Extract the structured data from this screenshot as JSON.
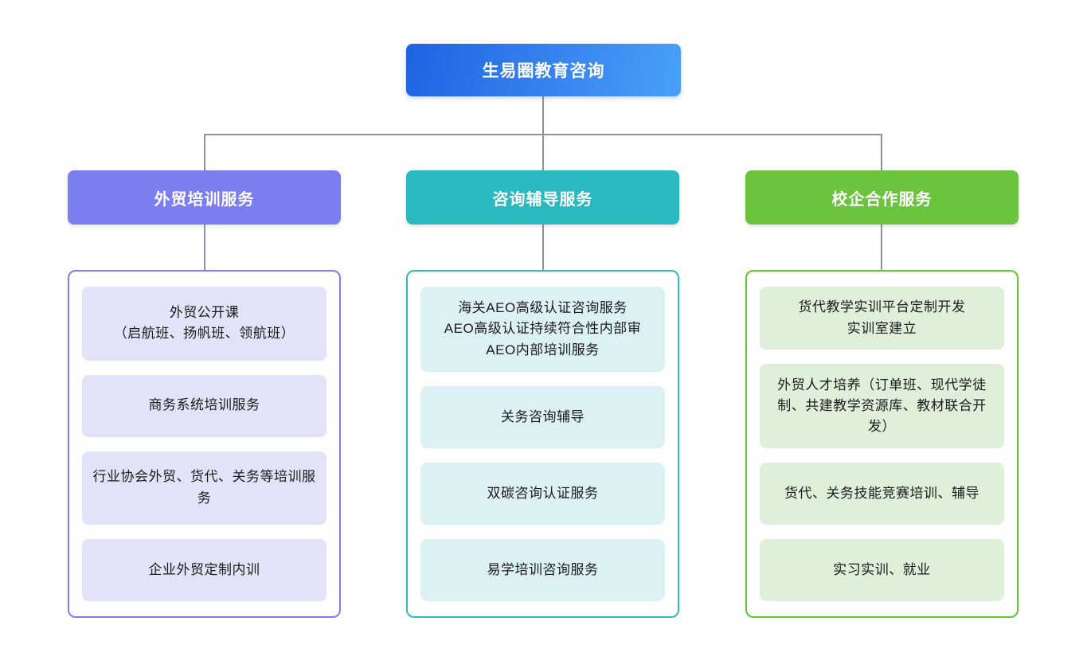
{
  "root": {
    "label": "生易圈教育咨询"
  },
  "branches": [
    {
      "label": "外贸培训服务",
      "items": [
        "外贸公开课\n（启航班、扬帆班、领航班）",
        "商务系统培训服务",
        "行业协会外贸、货代、关务等培训服务",
        "企业外贸定制内训"
      ]
    },
    {
      "label": "咨询辅导服务",
      "items": [
        "海关AEO高级认证咨询服务\nAEO高级认证持续符合性内部审\nAEO内部培训服务",
        "关务咨询辅导",
        "双碳咨询认证服务",
        "易学培训咨询服务"
      ]
    },
    {
      "label": "校企合作服务",
      "items": [
        "货代教学实训平台定制开发\n实训室建立",
        "外贸人才培养（订单班、现代学徒制、共建教学资源库、教材联合开发）",
        "货代、关务技能竞赛培训、辅导",
        "实习实训、就业"
      ]
    }
  ],
  "colors": {
    "root_gradient_start": "#2062e4",
    "root_gradient_end": "#4aa0f8",
    "branch1": "#7b7ef1",
    "branch1_item_bg": "#e3e3f8",
    "branch2": "#29b9be",
    "branch2_border": "#2fbac0",
    "branch2_item_bg": "#dcf1f3",
    "branch3": "#6cc43e",
    "branch3_border": "#5ec92f",
    "branch3_item_bg": "#def0da",
    "connector": "#8b93a1"
  }
}
